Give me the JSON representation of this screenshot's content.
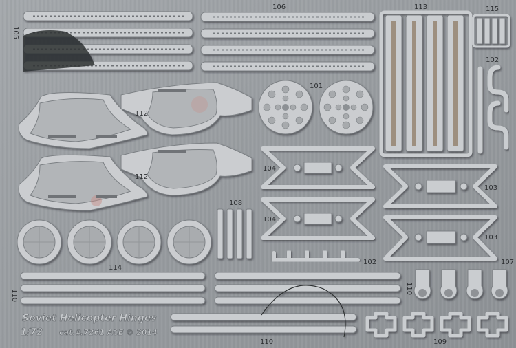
{
  "sheet": {
    "colors": {
      "frame": "#9fa3a7",
      "part": "#c9cbcf",
      "part_edge": "#7c8084",
      "shadow": "#3b3d40",
      "label": "#2c2e31",
      "grain_light": "#b6b9bc",
      "grain_dark": "#7f8387",
      "tint": "#c78f89"
    },
    "title": "Soviet Helicopter Hinges",
    "scale": "1/72",
    "catalog": "cat.#.7261  ACE © 2014",
    "part_labels": {
      "p101": "101",
      "p102a": "102",
      "p102b": "102",
      "p103a": "103",
      "p103b": "103",
      "p104a": "104",
      "p104b": "104",
      "p105": "105",
      "p106": "106",
      "p107": "107",
      "p108": "108",
      "p109": "109",
      "p110a": "110",
      "p110b": "110",
      "p110c": "110",
      "p112a": "112",
      "p112b": "112",
      "p113": "113",
      "p114": "114",
      "p115": "115"
    }
  }
}
